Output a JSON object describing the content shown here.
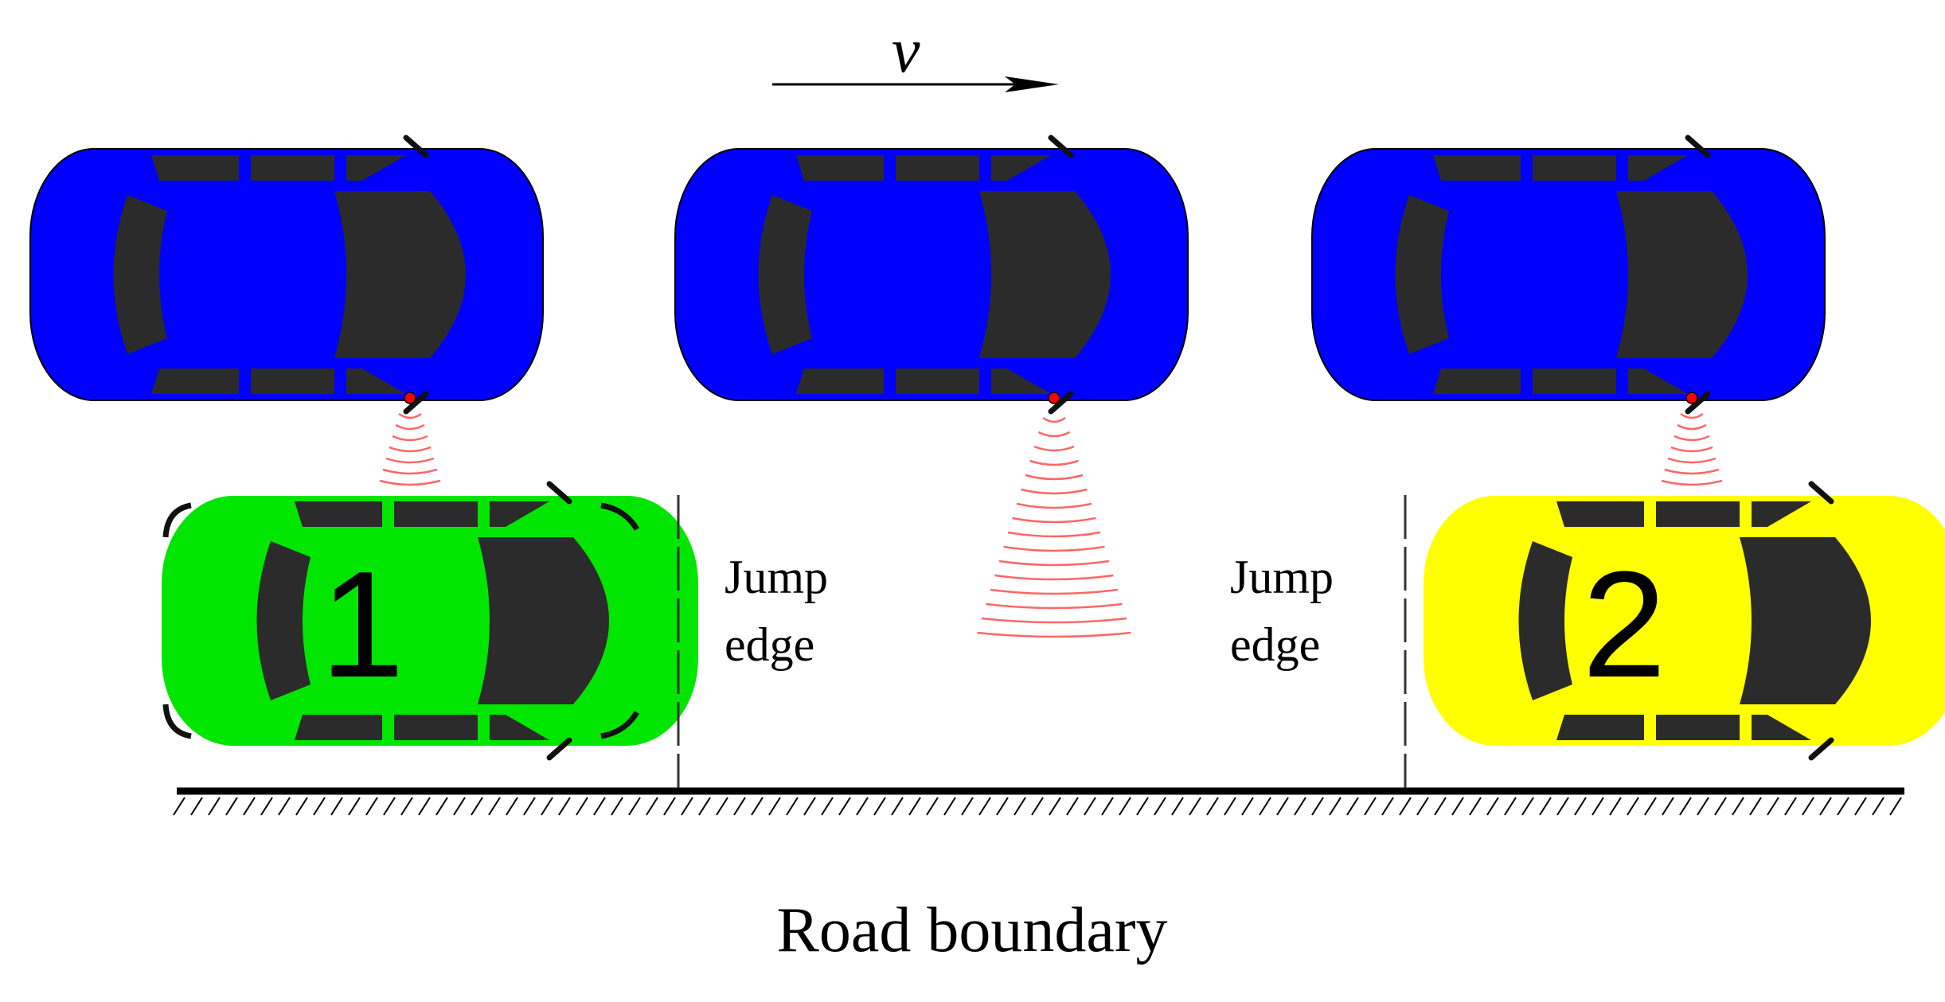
{
  "velocity_label": "v",
  "boundary_label": "Road boundary",
  "jump_edge_labels": [
    {
      "line1": "Jump",
      "line2": "edge"
    },
    {
      "line1": "Jump",
      "line2": "edge"
    }
  ],
  "parked_cars": [
    {
      "number": "1",
      "color": "#00e600"
    },
    {
      "number": "2",
      "color": "#ffff00"
    }
  ],
  "moving_car_color": "#0000ff",
  "window_color": "#2b2b2b",
  "sensor_wave_color": "#ff6666"
}
